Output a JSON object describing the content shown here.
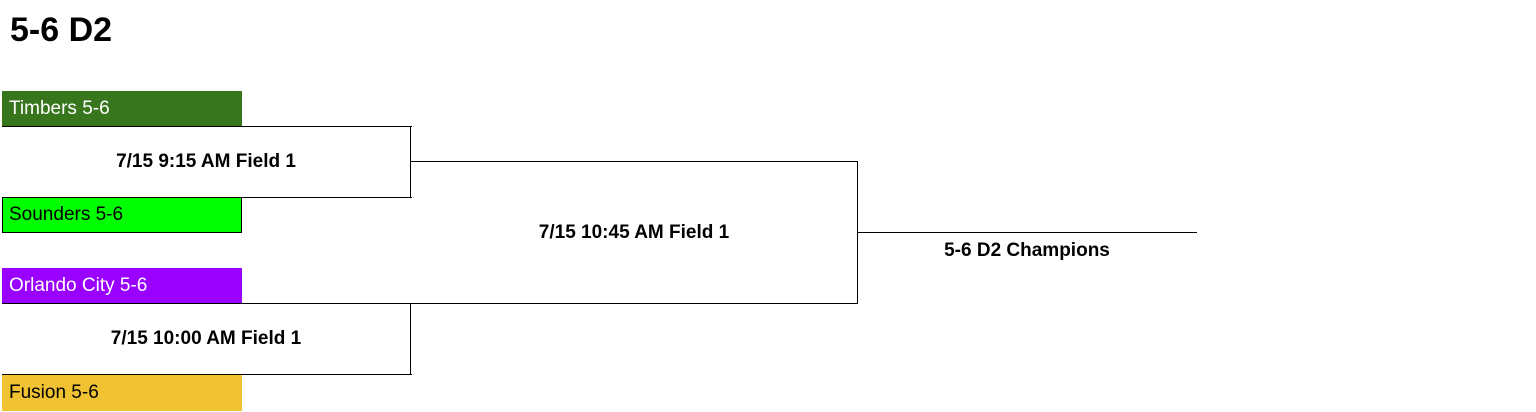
{
  "title": "5-6 D2",
  "teams": [
    {
      "name": "Timbers 5-6",
      "color": "#38761d",
      "text_color": "#ffffff"
    },
    {
      "name": "Sounders 5-6",
      "color": "#00ff00",
      "text_color": "#000000"
    },
    {
      "name": "Orlando City 5-6",
      "color": "#9900ff",
      "text_color": "#ffffff"
    },
    {
      "name": "Fusion 5-6",
      "color": "#f1c232",
      "text_color": "#000000"
    }
  ],
  "games": {
    "semifinal_1": "7/15 9:15 AM Field 1",
    "semifinal_2": "7/15 10:00 AM Field 1",
    "final": "7/15 10:45 AM Field 1"
  },
  "champion_label": "5-6 D2 Champions"
}
